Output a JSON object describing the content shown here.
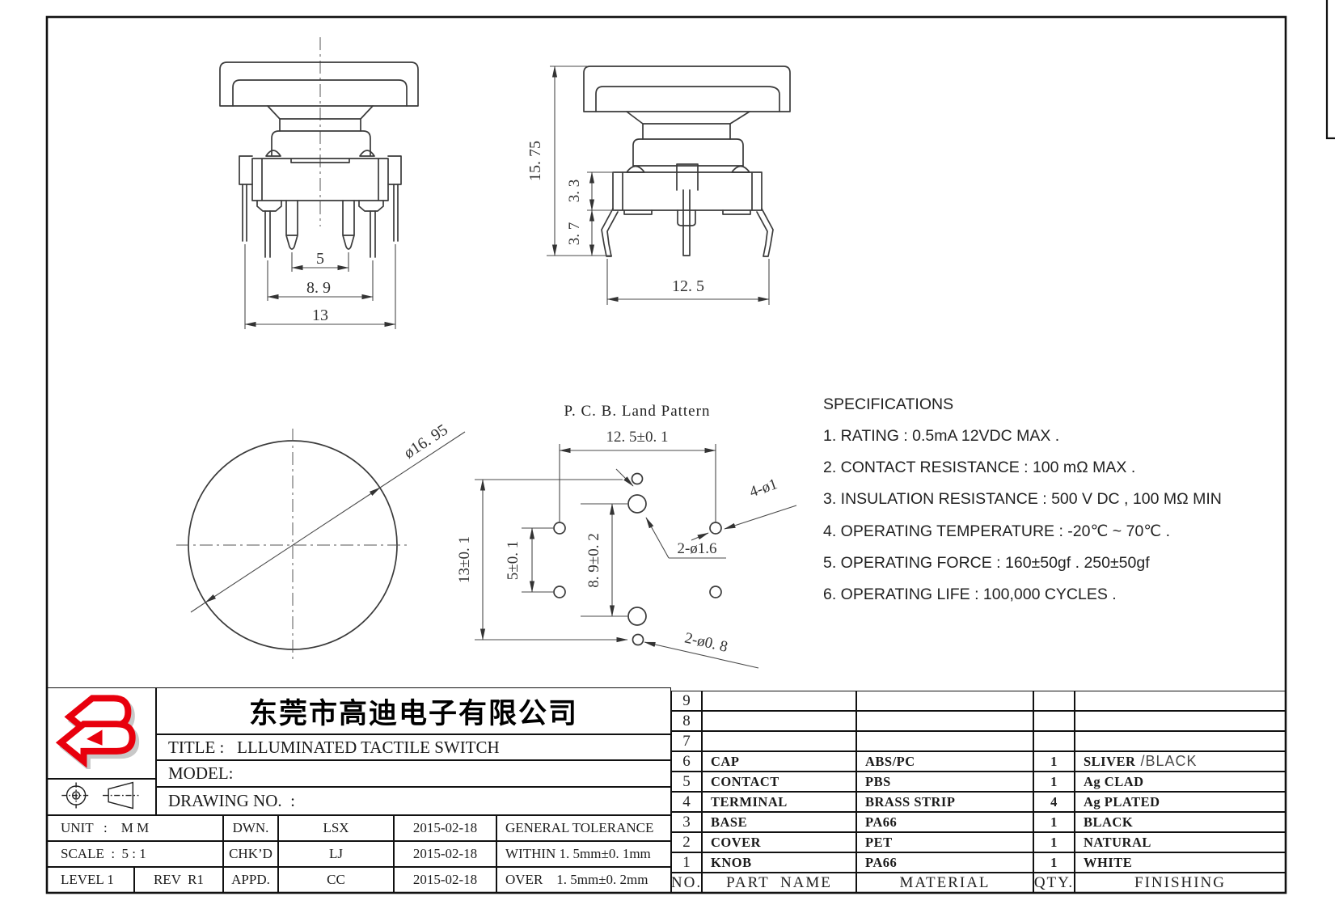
{
  "colors": {
    "line": "#3a3a3a",
    "logo_red": "#e8000d",
    "shadow_gray": "#c8c8c8"
  },
  "views": {
    "front": {
      "dim_pin_pitch": "5",
      "dim_term_pitch": "8. 9",
      "dim_width": "13"
    },
    "side": {
      "dim_height": "15. 75",
      "dim_base": "3. 3",
      "dim_leg": "3. 7",
      "dim_width": "12. 5"
    },
    "top": {
      "dim_cap_dia": "ø16. 95"
    },
    "land_pattern": {
      "title": "P. C. B. Land Pattern",
      "dim_width": "12. 5±0. 1",
      "dim_height": "13±0. 1",
      "dim_pitch": "5±0. 1",
      "dim_span": "8. 9±0. 2",
      "label_holes_1": "4-ø1",
      "label_holes_16": "2-ø1.6",
      "label_holes_08": "2-ø0. 8"
    }
  },
  "specs": {
    "title": "SPECIFICATIONS",
    "items": [
      "1. RATING : 0.5mA 12VDC MAX .",
      "2. CONTACT RESISTANCE : 100 mΩ MAX .",
      "3. INSULATION RESISTANCE : 500 V DC , 100 MΩ MIN",
      "4. OPERATING TEMPERATURE : -20℃ ~ 70℃ .",
      "5. OPERATING FORCE : 160±50gf . 250±50gf",
      "6. OPERATING LIFE : 100,000 CYCLES ."
    ]
  },
  "title_block": {
    "company": "东莞市高迪电子有限公司",
    "title_row": "TITLE :   LLLUMINATED TACTILE SWITCH",
    "model_row": "MODEL:",
    "drawing_no_row": "DRAWING NO.  :",
    "unit": "UNIT   :    M M",
    "scale": "SCALE  :  5 : 1",
    "level": "LEVEL 1",
    "rev": "REV  R1",
    "dwn_label": "DWN.",
    "dwn": "LSX",
    "dwn_date": "2015-02-18",
    "chkd_label": "CHK’D",
    "chkd": "LJ",
    "chkd_date": "2015-02-18",
    "appd_label": "APPD.",
    "appd": "CC",
    "appd_date": "2015-02-18",
    "tol_title": "GENERAL TOLERANCE",
    "tol_within": "WITHIN 1. 5mm±0. 1mm",
    "tol_over": "OVER    1. 5mm±0. 2mm"
  },
  "parts_table": {
    "headers": {
      "no": "NO.",
      "part": "PART  NAME",
      "material": "MATERIAL",
      "qty": "QTY.",
      "finishing": "FINISHING"
    },
    "rows": [
      {
        "no": "9",
        "part": "",
        "material": "",
        "qty": "",
        "fin": "",
        "fin2": ""
      },
      {
        "no": "8",
        "part": "",
        "material": "",
        "qty": "",
        "fin": "",
        "fin2": ""
      },
      {
        "no": "7",
        "part": "",
        "material": "",
        "qty": "",
        "fin": "",
        "fin2": ""
      },
      {
        "no": "6",
        "part": "CAP",
        "material": "ABS/PC",
        "qty": "1",
        "fin": "SLIVER",
        "fin2": " /BLACK"
      },
      {
        "no": "5",
        "part": "CONTACT",
        "material": "PBS",
        "qty": "1",
        "fin": "Ag CLAD",
        "fin2": ""
      },
      {
        "no": "4",
        "part": "TERMINAL",
        "material": "BRASS STRIP",
        "qty": "4",
        "fin": "Ag PLATED",
        "fin2": ""
      },
      {
        "no": "3",
        "part": "BASE",
        "material": "PA66",
        "qty": "1",
        "fin": "BLACK",
        "fin2": ""
      },
      {
        "no": "2",
        "part": "COVER",
        "material": "PET",
        "qty": "1",
        "fin": "NATURAL",
        "fin2": ""
      },
      {
        "no": "1",
        "part": "KNOB",
        "material": "PA66",
        "qty": "1",
        "fin": "WHITE",
        "fin2": ""
      }
    ]
  }
}
